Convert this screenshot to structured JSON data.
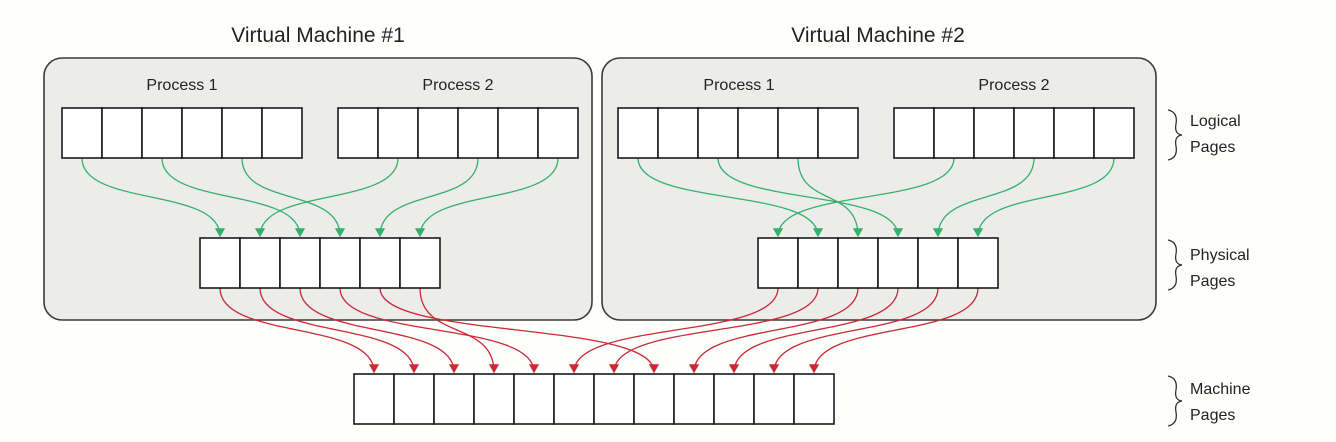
{
  "diagram": {
    "vms": [
      {
        "title": "Virtual Machine #1",
        "processes": [
          {
            "label": "Process 1"
          },
          {
            "label": "Process 2"
          }
        ]
      },
      {
        "title": "Virtual Machine #2",
        "processes": [
          {
            "label": "Process 1"
          },
          {
            "label": "Process 2"
          }
        ]
      }
    ],
    "levels": [
      {
        "line1": "Logical",
        "line2": "Pages"
      },
      {
        "line1": "Physical",
        "line2": "Pages"
      },
      {
        "line1": "Machine",
        "line2": "Pages"
      }
    ],
    "page_counts": {
      "logical_per_process": 6,
      "physical_per_vm": 6,
      "machine": 12
    },
    "colors": {
      "logical_to_physical": "#35b06a",
      "physical_to_machine": "#c82a36",
      "vm_background": "#ececea"
    }
  }
}
